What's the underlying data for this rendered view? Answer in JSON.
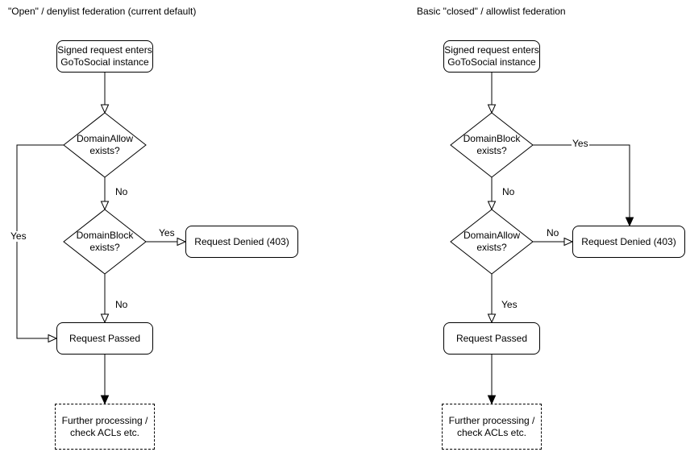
{
  "colors": {
    "line": "#000000",
    "background": "#ffffff"
  },
  "left_chart": {
    "title": "\"Open\" / denylist federation (current default)",
    "nodes": {
      "start": "Signed request enters\nGoToSocial instance",
      "decision1": "DomainAllow\nexists?",
      "decision2": "DomainBlock\nexists?",
      "denied": "Request Denied (403)",
      "passed": "Request Passed",
      "further": "Further processing /\ncheck ACLs etc."
    },
    "edge_labels": {
      "decision1_no": "No",
      "decision1_yes": "Yes",
      "decision2_yes": "Yes",
      "decision2_no": "No"
    }
  },
  "right_chart": {
    "title": "Basic \"closed\" / allowlist federation",
    "nodes": {
      "start": "Signed request enters\nGoToSocial instance",
      "decision1": "DomainBlock\nexists?",
      "decision2": "DomainAllow\nexists?",
      "denied": "Request Denied (403)",
      "passed": "Request Passed",
      "further": "Further processing /\ncheck ACLs etc."
    },
    "edge_labels": {
      "decision1_yes": "Yes",
      "decision1_no": "No",
      "decision2_no": "No",
      "decision2_yes": "Yes"
    }
  }
}
